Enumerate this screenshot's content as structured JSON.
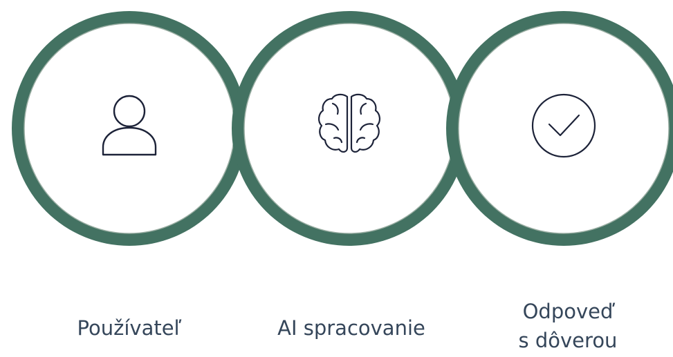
{
  "colors": {
    "ring": "#437262",
    "ring_edge": "#9aaea3",
    "icon_stroke": "#1c2238",
    "label_text": "#35465a"
  },
  "steps": [
    {
      "icon": "user-icon",
      "label_lines": [
        "Používateľ"
      ]
    },
    {
      "icon": "brain-icon",
      "label_lines": [
        "AI spracovanie"
      ]
    },
    {
      "icon": "check-circle-icon",
      "label_lines": [
        "Odpoveď",
        "s dôverou"
      ]
    }
  ]
}
